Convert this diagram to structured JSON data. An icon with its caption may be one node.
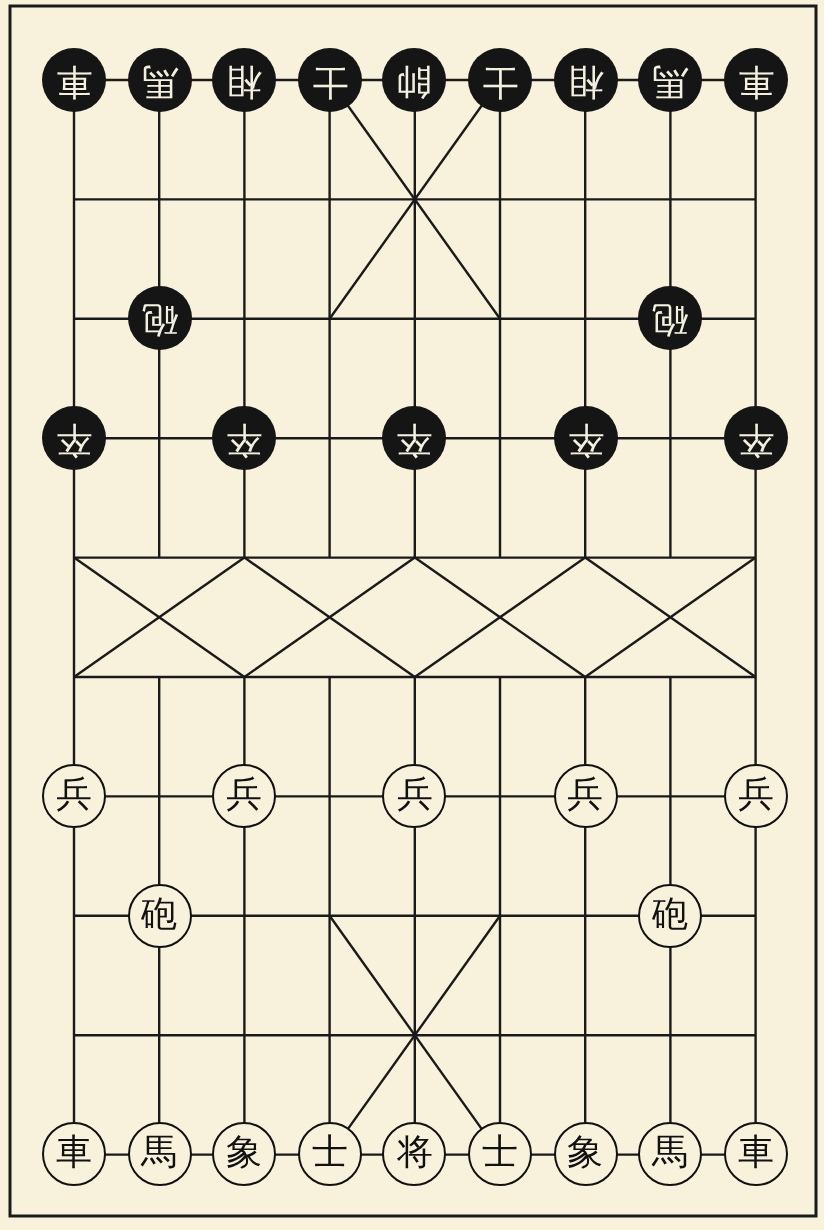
{
  "diagram": {
    "nodes": [
      {
        "text": [
          "車"
        ]
      },
      {
        "text": [
          "馬"
        ]
      },
      {
        "text": [
          "相"
        ]
      },
      {
        "text": [
          "士"
        ]
      },
      {
        "text": [
          "帥"
        ]
      },
      {
        "text": [
          "士"
        ]
      },
      {
        "text": [
          "相"
        ]
      },
      {
        "text": [
          "馬"
        ]
      },
      {
        "text": [
          "車"
        ]
      },
      {
        "text": [
          "砲"
        ]
      },
      {
        "text": [
          "砲"
        ]
      },
      {
        "text": [
          "卒"
        ]
      },
      {
        "text": [
          "卒"
        ]
      },
      {
        "text": [
          "卒"
        ]
      },
      {
        "text": [
          "卒"
        ]
      },
      {
        "text": [
          "卒"
        ]
      },
      {
        "text": [
          "兵"
        ]
      },
      {
        "text": [
          "兵"
        ]
      },
      {
        "text": [
          "兵"
        ]
      },
      {
        "text": [
          "兵"
        ]
      },
      {
        "text": [
          "兵"
        ]
      },
      {
        "text": [
          "砲"
        ]
      },
      {
        "text": [
          "砲"
        ]
      },
      {
        "text": [
          "車"
        ]
      },
      {
        "text": [
          "馬"
        ]
      },
      {
        "text": [
          "象"
        ]
      },
      {
        "text": [
          "士"
        ]
      },
      {
        "text": [
          "将"
        ]
      },
      {
        "text": [
          "士"
        ]
      },
      {
        "text": [
          "象"
        ]
      },
      {
        "text": [
          "馬"
        ]
      },
      {
        "text": [
          "車"
        ]
      }
    ]
  }
}
